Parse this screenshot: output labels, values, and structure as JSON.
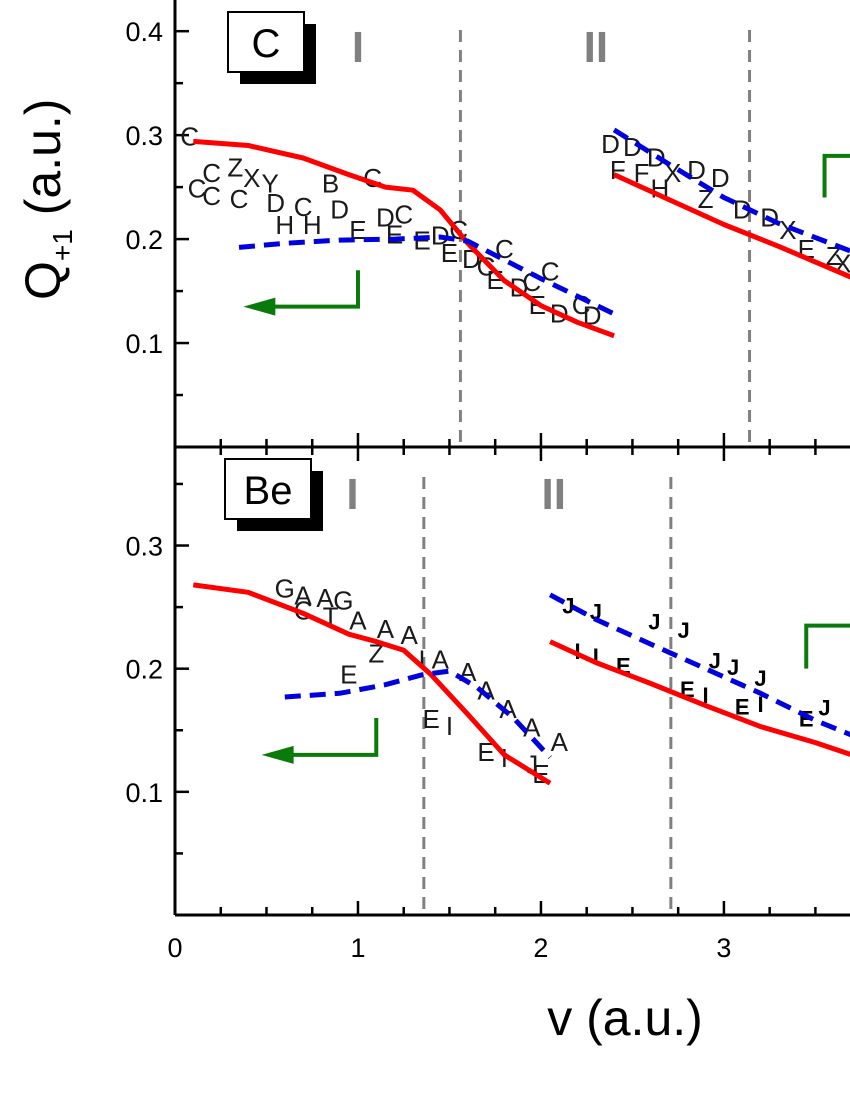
{
  "colors": {
    "red_curve": "#ff0000",
    "blue_curve": "#0000e0",
    "arrow": "#0a7a0a",
    "divider": "#808080",
    "regime": "#808080"
  },
  "chart_data": [
    {
      "type": "line",
      "element": "C",
      "ylabel_main": "Q",
      "ylabel_sub": "+1",
      "ylabel_unit": " (a.u.)",
      "xlim": [
        0,
        3.7
      ],
      "ylim": [
        0,
        0.43
      ],
      "yticks": [
        0.1,
        0.2,
        0.3,
        0.4
      ],
      "ytick_labels": [
        "0.1",
        "0.2",
        "0.3",
        "0.4"
      ],
      "regions": [
        "I",
        "II"
      ],
      "region_positions": [
        1.0,
        2.3
      ],
      "dividers": [
        1.56,
        3.14
      ],
      "series": [
        {
          "style": "red-solid",
          "segments": [
            [
              [
                0.1,
                0.294
              ],
              [
                0.4,
                0.29
              ],
              [
                0.7,
                0.278
              ],
              [
                0.95,
                0.262
              ],
              [
                1.15,
                0.25
              ],
              [
                1.3,
                0.247
              ],
              [
                1.45,
                0.228
              ],
              [
                1.6,
                0.196
              ],
              [
                1.8,
                0.16
              ],
              [
                2.0,
                0.136
              ],
              [
                2.2,
                0.12
              ],
              [
                2.4,
                0.107
              ]
            ],
            [
              [
                2.4,
                0.262
              ],
              [
                2.7,
                0.238
              ],
              [
                3.0,
                0.214
              ],
              [
                3.3,
                0.193
              ],
              [
                3.7,
                0.163
              ]
            ]
          ]
        },
        {
          "style": "blue-dashed",
          "segments": [
            [
              [
                0.35,
                0.192
              ],
              [
                0.6,
                0.196
              ],
              [
                0.9,
                0.199
              ],
              [
                1.2,
                0.2
              ],
              [
                1.45,
                0.202
              ],
              [
                1.6,
                0.198
              ],
              [
                1.8,
                0.18
              ],
              [
                2.0,
                0.162
              ],
              [
                2.2,
                0.145
              ],
              [
                2.4,
                0.128
              ]
            ],
            [
              [
                2.4,
                0.305
              ],
              [
                2.7,
                0.272
              ],
              [
                3.0,
                0.24
              ],
              [
                3.3,
                0.215
              ],
              [
                3.7,
                0.188
              ]
            ]
          ]
        }
      ],
      "markers": [
        {
          "text": "C",
          "x": 0.08,
          "y": 0.29
        },
        {
          "text": "C",
          "x": 0.2,
          "y": 0.255
        },
        {
          "text": "Z",
          "x": 0.33,
          "y": 0.26
        },
        {
          "text": "X",
          "x": 0.42,
          "y": 0.25
        },
        {
          "text": "C",
          "x": 0.12,
          "y": 0.24
        },
        {
          "text": "Y",
          "x": 0.52,
          "y": 0.245
        },
        {
          "text": "B",
          "x": 0.85,
          "y": 0.245
        },
        {
          "text": "C",
          "x": 1.08,
          "y": 0.25
        },
        {
          "text": "C",
          "x": 0.2,
          "y": 0.233
        },
        {
          "text": "C",
          "x": 0.35,
          "y": 0.23
        },
        {
          "text": "D",
          "x": 0.55,
          "y": 0.226
        },
        {
          "text": "C",
          "x": 0.7,
          "y": 0.222
        },
        {
          "text": "D",
          "x": 0.9,
          "y": 0.22
        },
        {
          "text": "H",
          "x": 0.6,
          "y": 0.205
        },
        {
          "text": "H",
          "x": 0.75,
          "y": 0.205
        },
        {
          "text": "E",
          "x": 1.0,
          "y": 0.2
        },
        {
          "text": "D",
          "x": 1.15,
          "y": 0.212
        },
        {
          "text": "C",
          "x": 1.25,
          "y": 0.215
        },
        {
          "text": "E",
          "x": 1.2,
          "y": 0.196
        },
        {
          "text": "E",
          "x": 1.35,
          "y": 0.19
        },
        {
          "text": "D",
          "x": 1.45,
          "y": 0.195
        },
        {
          "text": "C",
          "x": 1.55,
          "y": 0.2
        },
        {
          "text": "E",
          "x": 1.5,
          "y": 0.178
        },
        {
          "text": "D",
          "x": 1.62,
          "y": 0.172
        },
        {
          "text": "C",
          "x": 1.7,
          "y": 0.165
        },
        {
          "text": "C",
          "x": 1.8,
          "y": 0.182
        },
        {
          "text": "E",
          "x": 1.75,
          "y": 0.152
        },
        {
          "text": "D",
          "x": 1.88,
          "y": 0.145
        },
        {
          "text": "C",
          "x": 1.95,
          "y": 0.15
        },
        {
          "text": "C",
          "x": 2.05,
          "y": 0.16
        },
        {
          "text": "E",
          "x": 1.98,
          "y": 0.128
        },
        {
          "text": "D",
          "x": 2.1,
          "y": 0.12
        },
        {
          "text": "C",
          "x": 2.22,
          "y": 0.128
        },
        {
          "text": "D",
          "x": 2.28,
          "y": 0.118
        },
        {
          "text": "D",
          "x": 2.38,
          "y": 0.283
        },
        {
          "text": "D",
          "x": 2.5,
          "y": 0.28
        },
        {
          "text": "D",
          "x": 2.63,
          "y": 0.27
        },
        {
          "text": "F",
          "x": 2.42,
          "y": 0.258
        },
        {
          "text": "F",
          "x": 2.55,
          "y": 0.255
        },
        {
          "text": "X",
          "x": 2.72,
          "y": 0.255
        },
        {
          "text": "D",
          "x": 2.85,
          "y": 0.258
        },
        {
          "text": "D",
          "x": 2.98,
          "y": 0.25
        },
        {
          "text": "H",
          "x": 2.65,
          "y": 0.24
        },
        {
          "text": "Z",
          "x": 2.9,
          "y": 0.23
        },
        {
          "text": "D",
          "x": 3.1,
          "y": 0.22
        },
        {
          "text": "D",
          "x": 3.25,
          "y": 0.212
        },
        {
          "text": "X",
          "x": 3.35,
          "y": 0.2
        },
        {
          "text": "E",
          "x": 3.45,
          "y": 0.182
        },
        {
          "text": "Z",
          "x": 3.6,
          "y": 0.175
        },
        {
          "text": "X",
          "x": 3.65,
          "y": 0.168
        }
      ],
      "arrows": [
        {
          "dir": "left",
          "x_start": 1.0,
          "x_end": 0.45,
          "y": 0.135,
          "y_top": 0.17
        },
        {
          "dir": "right",
          "x_start": 3.55,
          "x_end": 3.7,
          "y": 0.28,
          "y_bottom": 0.24
        }
      ]
    },
    {
      "type": "line",
      "element": "Be",
      "xlabel": "v (a.u.)",
      "xlim": [
        0,
        3.7
      ],
      "ylim": [
        0,
        0.38
      ],
      "yticks": [
        0.1,
        0.2,
        0.3
      ],
      "ytick_labels": [
        "0.1",
        "0.2",
        "0.3"
      ],
      "xticks": [
        0,
        1,
        2,
        3
      ],
      "xtick_labels": [
        "0",
        "1",
        "2",
        "3"
      ],
      "regions": [
        "I",
        "II"
      ],
      "region_positions": [
        0.97,
        2.07
      ],
      "dividers": [
        1.36,
        2.71
      ],
      "series": [
        {
          "style": "red-solid",
          "segments": [
            [
              [
                0.1,
                0.268
              ],
              [
                0.4,
                0.262
              ],
              [
                0.7,
                0.245
              ],
              [
                0.95,
                0.228
              ],
              [
                1.1,
                0.222
              ],
              [
                1.25,
                0.215
              ],
              [
                1.4,
                0.195
              ],
              [
                1.6,
                0.163
              ],
              [
                1.8,
                0.13
              ],
              [
                2.05,
                0.107
              ]
            ],
            [
              [
                2.05,
                0.222
              ],
              [
                2.3,
                0.205
              ],
              [
                2.6,
                0.188
              ],
              [
                2.9,
                0.17
              ],
              [
                3.2,
                0.153
              ],
              [
                3.5,
                0.14
              ],
              [
                3.7,
                0.13
              ]
            ]
          ]
        },
        {
          "style": "blue-dashed",
          "segments": [
            [
              [
                0.6,
                0.177
              ],
              [
                0.9,
                0.18
              ],
              [
                1.15,
                0.187
              ],
              [
                1.35,
                0.195
              ],
              [
                1.5,
                0.198
              ],
              [
                1.65,
                0.185
              ],
              [
                1.85,
                0.16
              ],
              [
                2.05,
                0.128
              ]
            ],
            [
              [
                2.05,
                0.26
              ],
              [
                2.3,
                0.24
              ],
              [
                2.6,
                0.22
              ],
              [
                2.9,
                0.2
              ],
              [
                3.2,
                0.18
              ],
              [
                3.5,
                0.158
              ],
              [
                3.7,
                0.146
              ]
            ]
          ]
        }
      ],
      "markers": [
        {
          "text": "G",
          "x": 0.6,
          "y": 0.258
        },
        {
          "text": "A",
          "x": 0.7,
          "y": 0.252
        },
        {
          "text": "A",
          "x": 0.82,
          "y": 0.25
        },
        {
          "text": "G",
          "x": 0.92,
          "y": 0.248
        },
        {
          "text": "C",
          "x": 0.7,
          "y": 0.24
        },
        {
          "text": "T",
          "x": 0.85,
          "y": 0.235
        },
        {
          "text": "A",
          "x": 1.0,
          "y": 0.232
        },
        {
          "text": "A",
          "x": 1.15,
          "y": 0.225
        },
        {
          "text": "A",
          "x": 1.28,
          "y": 0.22
        },
        {
          "text": "Z",
          "x": 1.1,
          "y": 0.205
        },
        {
          "text": "E",
          "x": 0.95,
          "y": 0.188
        },
        {
          "text": "A",
          "x": 1.45,
          "y": 0.2
        },
        {
          "text": "A",
          "x": 1.6,
          "y": 0.19
        },
        {
          "text": "A",
          "x": 1.7,
          "y": 0.175
        },
        {
          "text": "A",
          "x": 1.82,
          "y": 0.16
        },
        {
          "text": "A",
          "x": 1.95,
          "y": 0.145
        },
        {
          "text": "A",
          "x": 2.1,
          "y": 0.133
        },
        {
          "text": "I",
          "x": 1.35,
          "y": 0.2
        },
        {
          "text": "E",
          "x": 1.4,
          "y": 0.152
        },
        {
          "text": "I",
          "x": 1.5,
          "y": 0.146
        },
        {
          "text": "E",
          "x": 1.7,
          "y": 0.125
        },
        {
          "text": "I",
          "x": 1.8,
          "y": 0.12
        },
        {
          "text": "J",
          "x": 1.95,
          "y": 0.115
        },
        {
          "text": "E",
          "x": 2.0,
          "y": 0.107
        }
      ],
      "markers_bold": [
        {
          "text": "J",
          "x": 2.15,
          "y": 0.245
        },
        {
          "text": "J",
          "x": 2.3,
          "y": 0.24
        },
        {
          "text": "J",
          "x": 2.62,
          "y": 0.232
        },
        {
          "text": "J",
          "x": 2.78,
          "y": 0.225
        },
        {
          "text": "J",
          "x": 2.95,
          "y": 0.2
        },
        {
          "text": "J",
          "x": 3.05,
          "y": 0.195
        },
        {
          "text": "J",
          "x": 3.2,
          "y": 0.186
        },
        {
          "text": "J",
          "x": 3.55,
          "y": 0.162
        },
        {
          "text": "I",
          "x": 2.2,
          "y": 0.208
        },
        {
          "text": "I",
          "x": 2.3,
          "y": 0.204
        },
        {
          "text": "E",
          "x": 2.45,
          "y": 0.196
        },
        {
          "text": "E",
          "x": 2.8,
          "y": 0.177
        },
        {
          "text": "I",
          "x": 2.9,
          "y": 0.172
        },
        {
          "text": "E",
          "x": 3.1,
          "y": 0.163
        },
        {
          "text": "I",
          "x": 3.2,
          "y": 0.165
        },
        {
          "text": "E",
          "x": 3.45,
          "y": 0.153
        }
      ],
      "arrows": [
        {
          "dir": "left",
          "x_start": 1.1,
          "x_end": 0.55,
          "y": 0.13,
          "y_top": 0.16
        },
        {
          "dir": "right",
          "x_start": 3.45,
          "x_end": 3.7,
          "y": 0.235,
          "y_bottom": 0.2
        }
      ]
    }
  ]
}
